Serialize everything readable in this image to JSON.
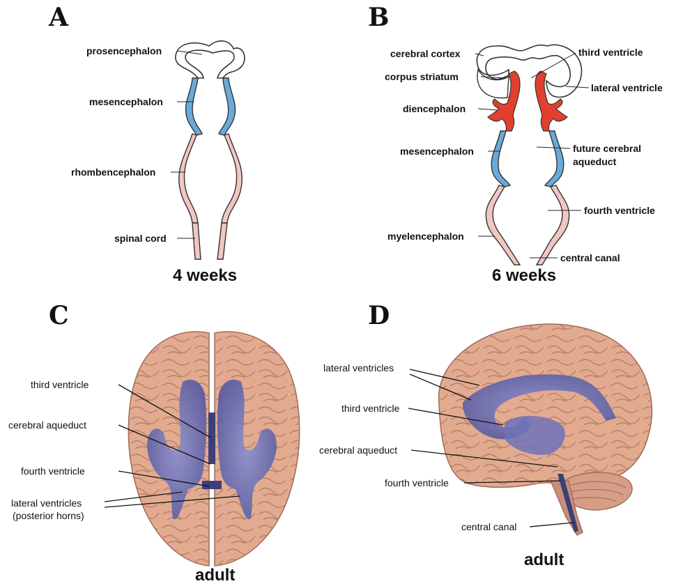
{
  "panels": {
    "A": {
      "letter": "A",
      "caption": "4 weeks",
      "labels": {
        "prosencephalon": "prosencephalon",
        "mesencephalon": "mesencephalon",
        "rhombencephalon": "rhombencephalon",
        "spinal_cord": "spinal cord"
      }
    },
    "B": {
      "letter": "B",
      "caption": "6 weeks",
      "labels": {
        "cerebral_cortex": "cerebral cortex",
        "third_ventricle": "third ventricle",
        "corpus_striatum": "corpus striatum",
        "lateral_ventricle": "lateral ventricle",
        "diencephalon": "diencephalon",
        "mesencephalon": "mesencephalon",
        "future_cerebral_1": "future cerebral",
        "future_cerebral_2": "aqueduct",
        "fourth_ventricle": "fourth ventricle",
        "myelencephalon": "myelencephalon",
        "central_canal": "central canal"
      }
    },
    "C": {
      "letter": "C",
      "caption": "adult",
      "labels": {
        "third_ventricle": "third ventricle",
        "cerebral_aqueduct": "cerebral aqueduct",
        "fourth_ventricle": "fourth ventricle",
        "lateral_ventricles": "lateral ventricles",
        "posterior_horns": "(posterior horns)"
      }
    },
    "D": {
      "letter": "D",
      "caption": "adult",
      "labels": {
        "lateral_ventricles": "lateral ventricles",
        "third_ventricle": "third ventricle",
        "cerebral_aqueduct": "cerebral aqueduct",
        "fourth_ventricle": "fourth ventricle",
        "central_canal": "central canal"
      }
    }
  },
  "colors": {
    "prosencephalon": "#ffffff",
    "mesencephalon": "#6aaad8",
    "rhombencephalon": "#f2c6c2",
    "diencephalon": "#e0402e",
    "brain_tissue": "#e2ab90",
    "ventricle": "#6e72b8"
  }
}
